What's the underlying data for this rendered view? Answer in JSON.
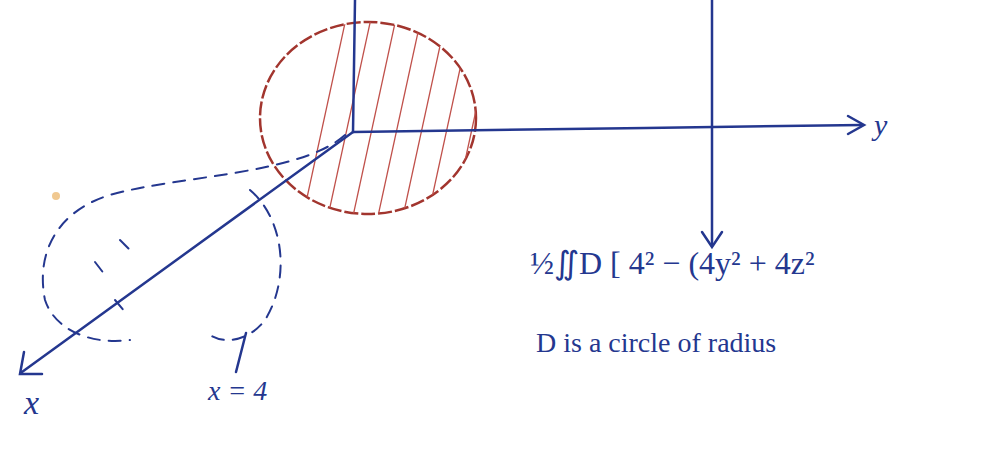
{
  "diagram": {
    "labels": [
      "y",
      "x",
      "x = 4",
      "½∬D [ 4² − (4y² + 4z²",
      "D is a circle of radius"
    ]
  }
}
